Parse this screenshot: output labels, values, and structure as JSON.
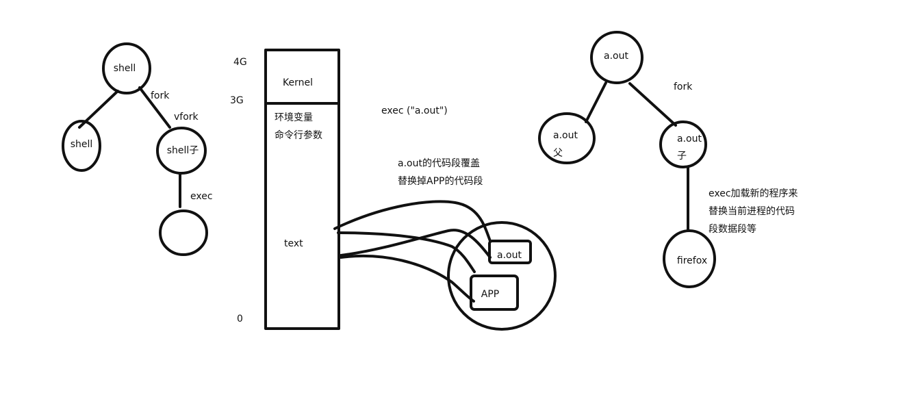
{
  "colors": {
    "ink": "#111111",
    "background": "#ffffff"
  },
  "left_tree": {
    "root": "shell",
    "child_left": "shell",
    "child_right": "shell子",
    "grandchild": "",
    "edge_fork": "fork",
    "edge_vfork": "vfork",
    "edge_exec": "exec"
  },
  "memory": {
    "addr_4g": "4G",
    "addr_3g": "3G",
    "addr_0": "0",
    "kernel": "Kernel",
    "env_vars": "环境变量",
    "cmd_args": "命令行参数",
    "text": "text"
  },
  "exec_note": {
    "call": "exec  (\"a.out\")",
    "line1": "a.out的代码段覆盖",
    "line2": "替换掉APP的代码段"
  },
  "code_segments": {
    "aout": "a.out",
    "app": "APP"
  },
  "right_tree": {
    "root": "a.out",
    "child_left": "a.out",
    "child_left_tag": "父",
    "child_right": "a.out",
    "child_right_tag": "子",
    "grandchild": "firefox",
    "edge_fork": "fork",
    "note_line1": "exec加载新的程序来",
    "note_line2": "替换当前进程的代码",
    "note_line3": "段数据段等"
  }
}
